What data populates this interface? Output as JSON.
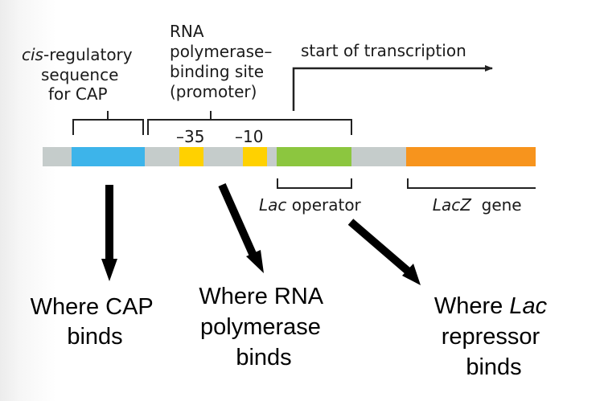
{
  "labels": {
    "cis_regulatory": {
      "line1_italic": "cis",
      "line1_rest": "-regulatory",
      "line2": "sequence",
      "line3": "for CAP"
    },
    "rna_binding_site": {
      "line1": "RNA",
      "line2": "polymerase–",
      "line3": "binding site",
      "line4": "(promoter)"
    },
    "start_of_transcription": "start of transcription",
    "minus35": "–35",
    "minus10": "–10",
    "lac_operator": {
      "italic": "Lac",
      "rest": " operator"
    },
    "lacz_gene": {
      "italic": "LacZ",
      "rest": "  gene"
    }
  },
  "callouts": {
    "cap": {
      "line1": "Where CAP",
      "line2": "binds"
    },
    "rna_polymerase": {
      "line1": "Where RNA",
      "line2": "polymerase",
      "line3": "binds"
    },
    "lac_repressor": {
      "line1_plain": "Where ",
      "line1_italic": "Lac",
      "line2": "repressor",
      "line3": "binds"
    }
  },
  "colors": {
    "dna_backbone": "#c5cccb",
    "cap_site": "#3db4ea",
    "promoter_boxes": "#ffd100",
    "operator": "#8cc63f",
    "lacz_gene": "#f7941d",
    "lines": "#222222",
    "arrows": "#000000"
  }
}
